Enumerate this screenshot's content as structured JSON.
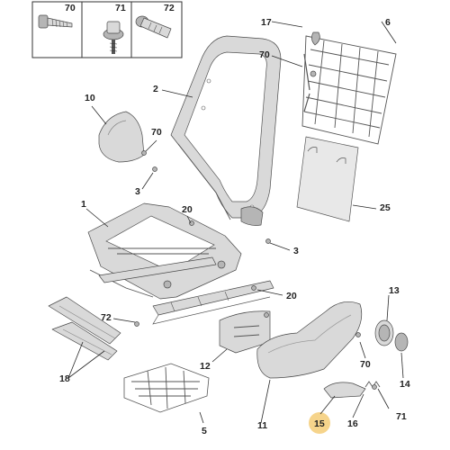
{
  "diagram": {
    "fastener_legend": [
      {
        "ref": "70",
        "icon": "screw-icon"
      },
      {
        "ref": "71",
        "icon": "flanged-screw-icon"
      },
      {
        "ref": "72",
        "icon": "stud-icon"
      }
    ],
    "callouts": [
      {
        "ref": "17"
      },
      {
        "ref": "6"
      },
      {
        "ref": "70"
      },
      {
        "ref": "2"
      },
      {
        "ref": "10"
      },
      {
        "ref": "70"
      },
      {
        "ref": "3"
      },
      {
        "ref": "25"
      },
      {
        "ref": "1"
      },
      {
        "ref": "20"
      },
      {
        "ref": "3"
      },
      {
        "ref": "20"
      },
      {
        "ref": "72"
      },
      {
        "ref": "13"
      },
      {
        "ref": "12"
      },
      {
        "ref": "70"
      },
      {
        "ref": "18"
      },
      {
        "ref": "14"
      },
      {
        "ref": "5"
      },
      {
        "ref": "11"
      },
      {
        "ref": "15"
      },
      {
        "ref": "16"
      },
      {
        "ref": "71"
      }
    ],
    "highlighted_ref": "15",
    "colors": {
      "part_fill": "#d9d9d9",
      "part_stroke": "#4a4a4a",
      "highlight": "#f6d48b",
      "label": "#222222"
    }
  }
}
